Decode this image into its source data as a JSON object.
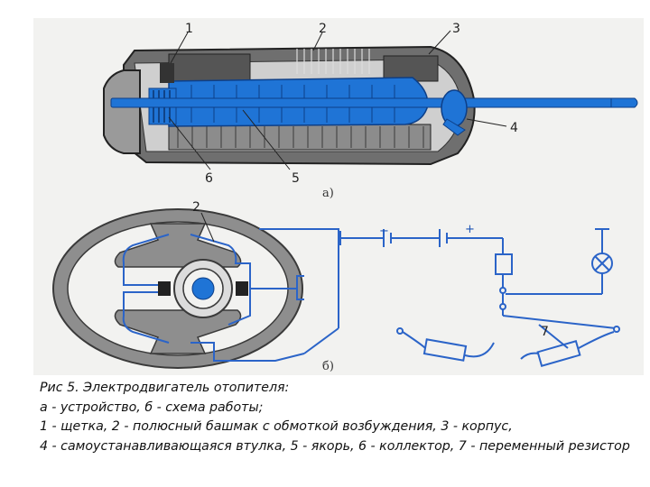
{
  "figure": {
    "labels": {
      "n1": "1",
      "n2": "2",
      "n3": "3",
      "n4": "4",
      "n5": "5",
      "n6": "6",
      "n2b": "2",
      "n7": "7",
      "sub_a": "а)",
      "sub_b": "б)",
      "minus": "−",
      "plus": "+"
    },
    "colors": {
      "motor_blue": "#1f74d6",
      "wire_blue": "#2b64c8",
      "body": "#3a3a3a",
      "shade": "#8a8a8a"
    }
  },
  "caption": {
    "line1": "Рис 5. Электродвигатель отопителя:",
    "line2": "а - устройство, б - схема работы;",
    "line3": "1 - щетка, 2 - полюсный башмак с обмоткой возбуждения, 3 - корпус,",
    "line4": "4 - самоустанавливающаяся втулка, 5 - якорь, 6 - коллектор, 7 - переменный резистор"
  }
}
